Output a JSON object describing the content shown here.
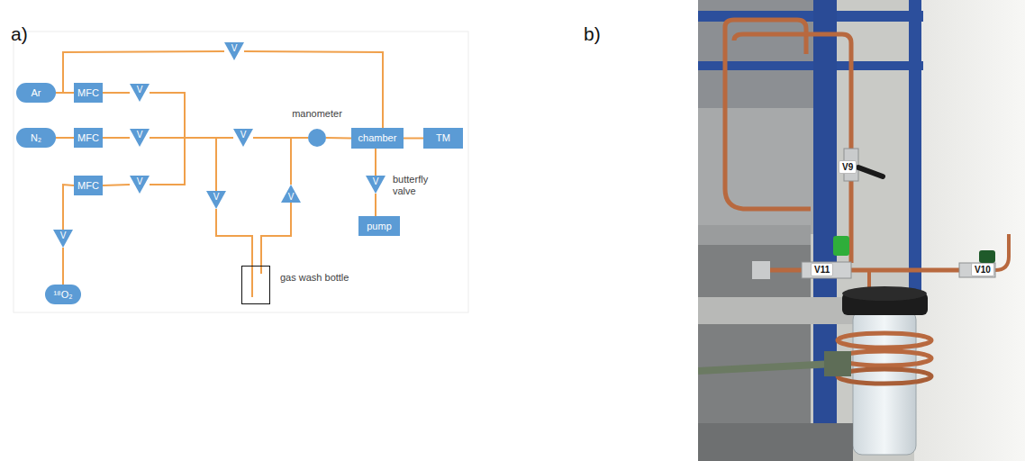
{
  "diagram": {
    "nodes": [
      {
        "text": [
          "Ar"
        ]
      },
      {
        "text": [
          "N₂"
        ]
      },
      {
        "text": [
          "MFC"
        ]
      },
      {
        "text": [
          "V"
        ]
      },
      {
        "text": [
          "V"
        ]
      },
      {
        "text": [
          "MFC"
        ]
      },
      {
        "text": [
          "V"
        ]
      },
      {
        "text": [
          "manometer"
        ]
      },
      {
        "text": [
          "chamber"
        ]
      },
      {
        "text": [
          "TM"
        ]
      },
      {
        "text": [
          "V"
        ]
      },
      {
        "text": [
          "V"
        ]
      },
      {
        "text": [
          "V"
        ]
      },
      {
        "text": [
          "gas wash bottle"
        ]
      },
      {
        "text": [
          "V",
          "butterfly valve"
        ]
      },
      {
        "text": [
          "pump"
        ]
      },
      {
        "text": [
          "MFC"
        ]
      },
      {
        "text": [
          "V"
        ]
      },
      {
        "text": [
          "V"
        ]
      },
      {
        "text": [
          "¹⁸O₂"
        ]
      }
    ],
    "edges": [
      {
        "from": 0,
        "to": 3,
        "arrow": "none"
      },
      {
        "from": 3,
        "to": 8,
        "arrow": "none"
      },
      {
        "from": 0,
        "to": 2,
        "arrow": "none"
      },
      {
        "from": 2,
        "to": 4,
        "arrow": "none"
      },
      {
        "from": 1,
        "to": 5,
        "arrow": "none"
      },
      {
        "from": 5,
        "to": 6,
        "arrow": "none"
      },
      {
        "from": 4,
        "to": 10,
        "arrow": "none"
      },
      {
        "from": 6,
        "to": 10,
        "arrow": "none"
      },
      {
        "from": 17,
        "to": 10,
        "arrow": "none"
      },
      {
        "from": 6,
        "to": 11,
        "arrow": "none"
      },
      {
        "from": 11,
        "to": 13,
        "arrow": "none"
      },
      {
        "from": 13,
        "to": 12,
        "arrow": "none"
      },
      {
        "from": 12,
        "to": 7,
        "arrow": "none"
      },
      {
        "from": 10,
        "to": 7,
        "arrow": "none"
      },
      {
        "from": 7,
        "to": 8,
        "arrow": "none"
      },
      {
        "from": 8,
        "to": 9,
        "arrow": "none"
      },
      {
        "from": 8,
        "to": 14,
        "arrow": "none"
      },
      {
        "from": 14,
        "to": 15,
        "arrow": "none"
      },
      {
        "from": 19,
        "to": 18,
        "arrow": "none"
      },
      {
        "from": 18,
        "to": 16,
        "arrow": "none"
      },
      {
        "from": 16,
        "to": 17,
        "arrow": "none"
      }
    ],
    "labels": [
      "a)",
      "b)",
      "V9",
      "V11",
      "V10"
    ]
  }
}
